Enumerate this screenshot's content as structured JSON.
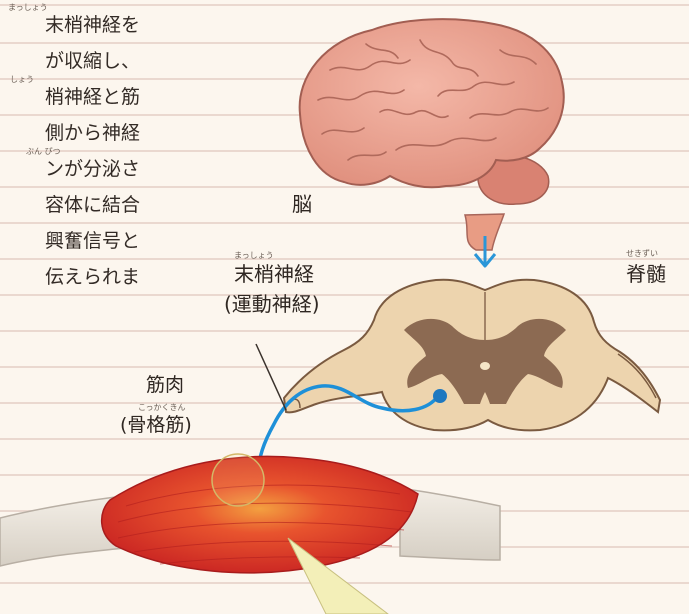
{
  "body_text": {
    "lines": [
      "末梢神経を",
      "が収縮し、",
      "梢神経と筋",
      "側から神経",
      "ンが分泌さ",
      "容体に結合",
      "興奮信号と",
      "伝えられま"
    ],
    "ruby": {
      "line1": "まっしょう",
      "line3": "しょう",
      "line5": "ぶん ぴつ"
    }
  },
  "labels": {
    "brain": "脳",
    "spinal_cord": "脊髄",
    "spinal_cord_ruby": "せきずい",
    "peripheral_nerve": "末梢神経",
    "peripheral_nerve_ruby": "まっしょう",
    "motor_nerve": "(運動神経)",
    "muscle": "筋肉",
    "skeletal_muscle": "(骨格筋)",
    "skeletal_muscle_ruby": "こっかくきん"
  },
  "colors": {
    "nerve": "#1e90d8",
    "brain": "#e8a394",
    "spinal_white": "#ead0a8",
    "spinal_gray": "#8c6a52",
    "muscle": "#d8362a",
    "callout": "#f3efb8"
  }
}
